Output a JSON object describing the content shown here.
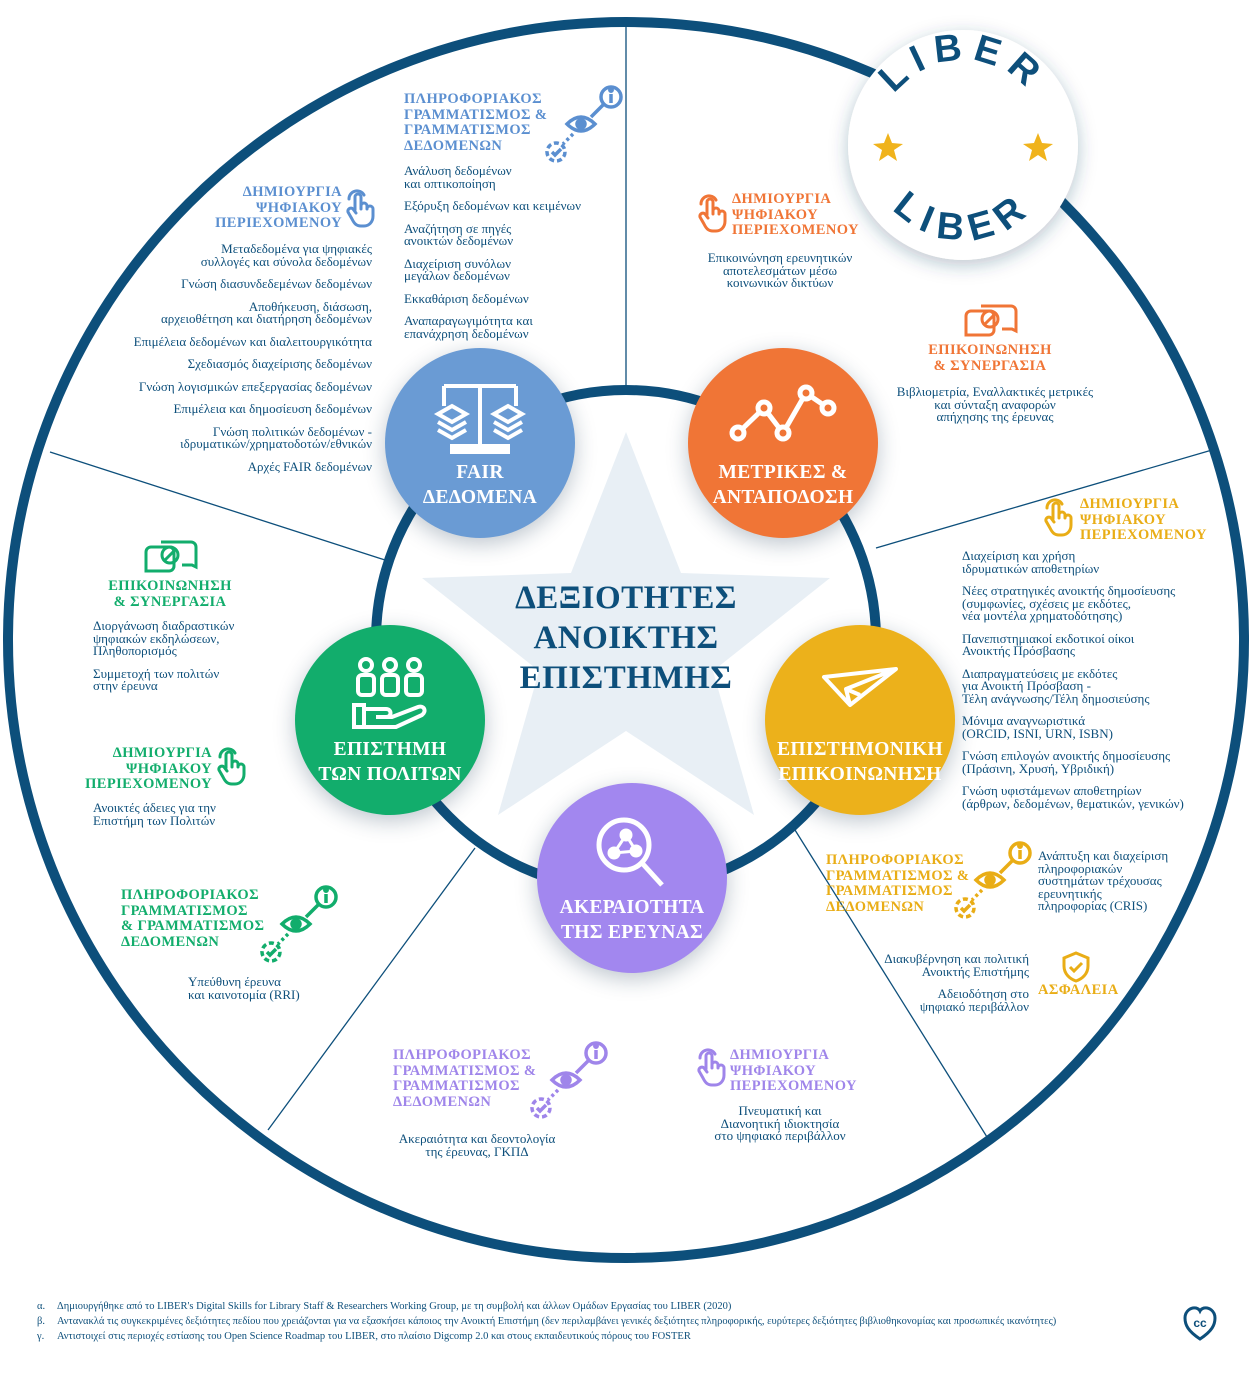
{
  "colors": {
    "navy": "#0d4f7b",
    "fair": "#6a9bd4",
    "metrics": "#f07536",
    "scicomm": "#ecb11b",
    "integrity": "#a287ef",
    "citizen": "#12ad6c",
    "star": "#e8eff5"
  },
  "center_title": "ΔΕΞΙΟΤΗΤΕΣ\nΑΝΟΙΚΤΗΣ\nΕΠΙΣΤΗΜΗΣ",
  "logo": {
    "top": "LIBER",
    "bottom": "LIBER"
  },
  "areas": [
    {
      "id": "fair",
      "label": "FAIR\nΔΕΔΟΜΕΝΑ",
      "icon": "scale-icon"
    },
    {
      "id": "metrics",
      "label": "ΜΕΤΡΙΚΕΣ &\nΑΝΤΑΠΟΔΟΣΗ",
      "icon": "chart-icon"
    },
    {
      "id": "scicomm",
      "label": "ΕΠΙΣΤΗΜΟΝΙΚΗ\nΕΠΙΚΟΙΝΩΝΗΣΗ",
      "icon": "paper-plane-icon"
    },
    {
      "id": "integrity",
      "label": "ΑΚΕΡΑΙΟΤΗΤΑ\nΤΗΣ ΕΡΕΥΝΑΣ",
      "icon": "magnifier-network-icon"
    },
    {
      "id": "citizen",
      "label": "ΕΠΙΣΤΗΜΗ\nΤΩΝ ΠΟΛΙΤΩΝ",
      "icon": "people-hand-icon"
    }
  ],
  "blocks": [
    {
      "area": "fair",
      "color": "#5b8fd0",
      "icon": "eye-info-icon",
      "heading": "ΠΛΗΡΟΦΟΡΙΑΚΟΣ\nΓΡΑΜΜΑΤΙΣΜΟΣ &\nΓΡΑΜΜΑΤΙΣΜΟΣ\nΔΕΔΟΜΕΝΩΝ",
      "items": [
        "Ανάλυση δεδομένων\nκαι οπτικοποίηση",
        "Εξόρυξη δεδομένων και κειμένων",
        "Αναζήτηση σε πηγές\nανοικτών δεδομένων",
        "Διαχείριση συνόλων\nμεγάλων δεδομένων",
        "Εκκαθάριση δεδομένων",
        "Αναπαραγωγιμότητα και\nεπανάχρηση δεδομένων"
      ]
    },
    {
      "area": "fair",
      "color": "#5b8fd0",
      "icon": "pointer-hand-icon",
      "heading": "ΔΗΜΙΟΥΡΓΙΑ\nΨΗΦΙΑΚΟΥ\nΠΕΡΙΕΧΟΜΕΝΟΥ",
      "items": [
        "Μεταδεδομένα για ψηφιακές\nσυλλογές και σύνολα δεδομένων",
        "Γνώση διασυνδεδεμένων δεδομένων",
        "Αποθήκευση, διάσωση,\nαρχειοθέτηση και διατήρηση δεδομένων",
        "Επιμέλεια δεδομένων και διαλειτουργικότητα",
        "Σχεδιασμός διαχείρισης δεδομένων",
        "Γνώση λογισμικών επεξεργασίας δεδομένων",
        "Επιμέλεια και δημοσίευση δεδομένων",
        "Γνώση πολιτικών δεδομένων -\nιδρυματικών/χρηματοδοτών/εθνικών",
        "Αρχές FAIR δεδομένων"
      ]
    },
    {
      "area": "metrics",
      "color": "#f07536",
      "icon": "pointer-hand-icon",
      "heading": "ΔΗΜΙΟΥΡΓΙΑ\nΨΗΦΙΑΚΟΥ\nΠΕΡΙΕΧΟΜΕΝΟΥ",
      "items": [
        "Επικοινώνηση ερευνητικών\nαποτελεσμάτων μέσω\nκοινωνικών δικτύων"
      ]
    },
    {
      "area": "metrics",
      "color": "#f07536",
      "icon": "chat-bubbles-icon",
      "heading": "ΕΠΙΚΟΙΝΩΝΗΣΗ\n& ΣΥΝΕΡΓΑΣΙΑ",
      "items": [
        "Βιβλιομετρία, Εναλλακτικές μετρικές\nκαι σύνταξη αναφορών\nαπήχησης της έρευνας"
      ]
    },
    {
      "area": "scicomm",
      "color": "#e9ad16",
      "icon": "pointer-hand-icon",
      "heading": "ΔΗΜΙΟΥΡΓΙΑ\nΨΗΦΙΑΚΟΥ\nΠΕΡΙΕΧΟΜΕΝΟΥ",
      "items": [
        "Διαχείριση και χρήση\nιδρυματικών αποθετηρίων",
        "Νέες στρατηγικές ανοικτής δημοσίευσης\n(συμφωνίες, σχέσεις με εκδότες,\nνέα μοντέλα χρηματοδότησης)",
        "Πανεπιστημιακοί εκδοτικοί οίκοι\nΑνοικτής Πρόσβασης",
        "Διαπραγματεύσεις με εκδότες\nγια Ανοικτή Πρόσβαση -\nΤέλη ανάγνωσης/Τέλη δημοσιεύσης",
        "Μόνιμα αναγνωριστικά\n(ORCID, ISNI, URN, ISBN)",
        "Γνώση επιλογών ανοικτής δημοσίευσης\n(Πράσινη, Χρυσή, Υβριδική)",
        "Γνώση υφιστάμενων αποθετηρίων\n(άρθρων, δεδομένων, θεματικών, γενικών)"
      ]
    },
    {
      "area": "scicomm",
      "color": "#e9ad16",
      "icon": "eye-info-icon",
      "heading": "ΠΛΗΡΟΦΟΡΙΑΚΟΣ\nΓΡΑΜΜΑΤΙΣΜΟΣ &\nΓΡΑΜΜΑΤΙΣΜΟΣ\nΔΕΔΟΜΕΝΩΝ",
      "items": [
        "Ανάπτυξη και διαχείριση\nπληροφοριακών\nσυστημάτων τρέχουσας\nερευνητικής\nπληροφορίας (CRIS)"
      ]
    },
    {
      "area": "scicomm",
      "color": "#e9ad16",
      "icon": "shield-check-icon",
      "heading": "ΑΣΦΑΛΕΙΑ",
      "items": [
        "Διακυβέρνηση και πολιτική\nΑνοικτής Επιστήμης",
        "Αδειοδότηση στο\nψηφιακό περιβάλλον"
      ]
    },
    {
      "area": "integrity",
      "color": "#9f85ea",
      "icon": "eye-info-icon",
      "heading": "ΠΛΗΡΟΦΟΡΙΑΚΟΣ\nΓΡΑΜΜΑΤΙΣΜΟΣ &\nΓΡΑΜΜΑΤΙΣΜΟΣ\nΔΕΔΟΜΕΝΩΝ",
      "items": [
        "Ακεραιότητα και δεοντολογία\nτης έρευνας, ΓΚΠΔ"
      ]
    },
    {
      "area": "integrity",
      "color": "#9f85ea",
      "icon": "pointer-hand-icon",
      "heading": "ΔΗΜΙΟΥΡΓΙΑ\nΨΗΦΙΑΚΟΥ\nΠΕΡΙΕΧΟΜΕΝΟΥ",
      "items": [
        "Πνευματική και\nΔιανοητική ιδιοκτησία\nστο ψηφιακό περιβάλλον"
      ]
    },
    {
      "area": "citizen",
      "color": "#12ad6c",
      "icon": "chat-bubbles-icon",
      "heading": "ΕΠΙΚΟΙΝΩΝΗΣΗ\n& ΣΥΝΕΡΓΑΣΙΑ",
      "items": [
        "Διοργάνωση διαδραστικών\nψηφιακών εκδηλώσεων,\nΠληθοπορισμός",
        "Συμμετοχή των πολιτών\nστην έρευνα"
      ]
    },
    {
      "area": "citizen",
      "color": "#12ad6c",
      "icon": "pointer-hand-icon",
      "heading": "ΔΗΜΙΟΥΡΓΙΑ\nΨΗΦΙΑΚΟΥ\nΠΕΡΙΕΧΟΜΕΝΟΥ",
      "items": [
        "Ανοικτές άδειες για την\nΕπιστήμη των Πολιτών"
      ]
    },
    {
      "area": "citizen",
      "color": "#12ad6c",
      "icon": "eye-info-icon",
      "heading": "ΠΛΗΡΟΦΟΡΙΑΚΟΣ\nΓΡΑΜΜΑΤΙΣΜΟΣ\n& ΓΡΑΜΜΑΤΙΣΜΟΣ\nΔΕΔΟΜΕΝΩΝ",
      "items": [
        "Υπεύθυνη έρευνα\nκαι καινοτομία (RRI)"
      ]
    }
  ],
  "footer": [
    {
      "mark": "α.",
      "text": "Δημιουργήθηκε από το LIBER's Digital Skills for Library Staff & Researchers Working Group, με τη συμβολή και άλλων Ομάδων Εργασίας του LIBER (2020)"
    },
    {
      "mark": "β.",
      "text": "Αντανακλά τις συγκεκριμένες δεξιότητες πεδίου που χρειάζονται για να εξασκήσει κάποιος την Ανοικτή Επιστήμη (δεν περιλαμβάνει γενικές δεξιότητες πληροφορικής, ευρύτερες δεξιότητες βιβλιοθηκονομίας και προσωπικές ικανότητες)"
    },
    {
      "mark": "γ.",
      "text": "Αντιστοιχεί στις περιοχές εστίασης του Open Science Roadmap του LIBER, στο πλαίσιο Digcomp 2.0 και στους εκπαιδευτικούς πόρους του FOSTER"
    }
  ],
  "license_badge": "cc"
}
